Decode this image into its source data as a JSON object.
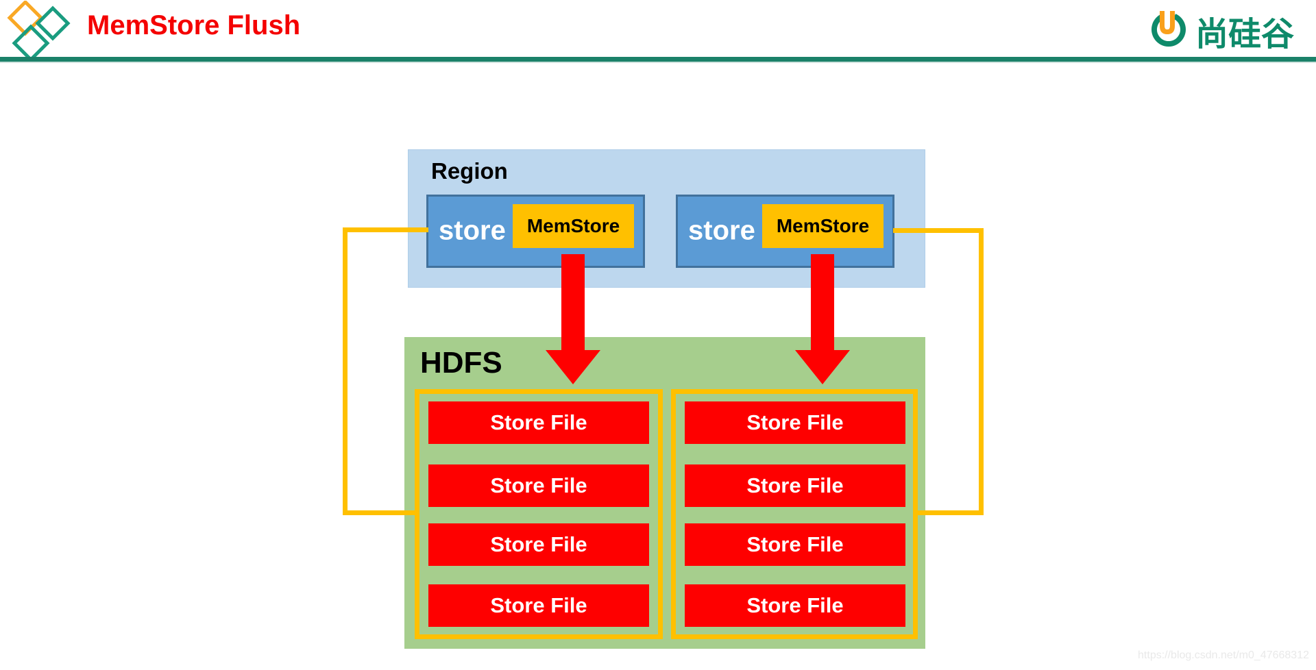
{
  "header": {
    "title": "MemStore Flush",
    "brand": {
      "name": "尚硅谷",
      "initial": "U"
    }
  },
  "region": {
    "label": "Region",
    "stores": [
      {
        "label": "store",
        "memstore": "MemStore"
      },
      {
        "label": "store",
        "memstore": "MemStore"
      }
    ]
  },
  "hdfs": {
    "label": "HDFS",
    "groups": [
      {
        "files": [
          "Store File",
          "Store File",
          "Store File",
          "Store File"
        ]
      },
      {
        "files": [
          "Store File",
          "Store File",
          "Store File",
          "Store File"
        ]
      }
    ]
  },
  "watermark": "https://blog.csdn.net/m0_47668312",
  "colors": {
    "title_red": "#f40000",
    "rule_teal": "#1b8169",
    "region_fill": "#bdd7ee",
    "store_fill": "#5b9bd5",
    "store_border": "#41719c",
    "memstore_fill": "#ffc000",
    "hdfs_fill": "#a6ce8d",
    "store_file_red": "#fe0000",
    "arrow_red": "#fe0000",
    "connector_yellow": "#ffc000",
    "logo_teal": "#1a9c80",
    "logo_orange": "#f9a825",
    "brand_green": "#0e8a6a"
  }
}
